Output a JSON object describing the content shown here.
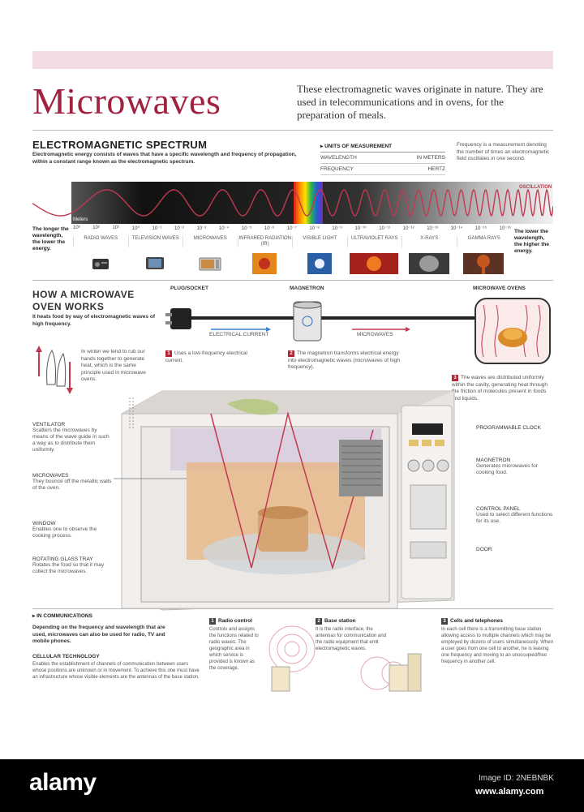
{
  "title": "Microwaves",
  "intro": "These electromagnetic waves originate in nature. They are used in telecommunications and in ovens, for the preparation of meals.",
  "spectrum": {
    "heading": "ELECTROMAGNETIC SPECTRUM",
    "description": "Electromagnetic energy consists of waves that have a specific wavelength and frequency of propagation, within a constant range known as the electromagnetic spectrum.",
    "units_heading": "UNITS OF MEASUREMENT",
    "units": [
      {
        "name": "WAVELENGTH",
        "unit": "IN METERS"
      },
      {
        "name": "FREQUENCY",
        "unit": "HERTZ"
      }
    ],
    "frequency_note": "Frequency is a measurement denoting the number of times an electromagnetic field oscillates in one second.",
    "oscillation_label": "OSCILLATION",
    "meters_label": "Meters",
    "wavelengths": [
      "10³",
      "10²",
      "10¹",
      "10⁰",
      "10⁻¹",
      "10⁻²",
      "10⁻³",
      "10⁻⁴",
      "10⁻⁵",
      "10⁻⁶",
      "10⁻⁷",
      "10⁻⁸",
      "10⁻⁹",
      "10⁻¹⁰",
      "10⁻¹¹",
      "10⁻¹²",
      "10⁻¹³",
      "10⁻¹⁴",
      "10⁻¹⁵",
      "10⁻¹⁶"
    ],
    "left_note": "The longer the wavelength, the lower the energy.",
    "right_note": "The lower the wavelength, the higher the energy.",
    "bands": [
      "RADIO WAVES",
      "TELEVISION WAVES",
      "MICROWAVES",
      "INFRARED RADIATION (IR)",
      "VISIBLE LIGHT",
      "ULTRAVIOLET RAYS",
      "X-RAYS",
      "GAMMA RAYS"
    ]
  },
  "how": {
    "heading_line1": "HOW A MICROWAVE",
    "heading_line2": "OVEN WORKS",
    "subtitle": "It heats food by way of electromagnetic waves of high frequency.",
    "plug_label": "PLUG/SOCKET",
    "magnetron_label": "MAGNETRON",
    "oven_label": "MICROWAVE OVENS",
    "current_label": "ELECTRICAL CURRENT",
    "microwaves_label": "MICROWAVES",
    "step1": "Uses a low-frequency electrical current.",
    "step2": "The magnetron transforms electrical energy into electromagnetic waves (microwaves of high frequency).",
    "step3": "The waves are distributed uniformly within the cavity, generating heat through the friction of molecules present in foods and liquids.",
    "hands_note": "In winter we tend to rub our hands together to generate heat, which is the same principle used in microwave ovens.",
    "step_numbers": [
      "1",
      "2",
      "3"
    ]
  },
  "callouts_left": [
    {
      "title": "VENTILATOR",
      "text": "Scatters the microwaves by means of the wave guide in such a way as to distribute them uniformly."
    },
    {
      "title": "MICROWAVES",
      "text": "They bounce off the metallic walls of the oven."
    },
    {
      "title": "WINDOW",
      "text": "Enables one to observe the cooking process."
    },
    {
      "title": "ROTATING GLASS TRAY",
      "text": "Rotates the food so that it may collect the microwaves."
    }
  ],
  "callouts_right": [
    {
      "title": "PROGRAMMABLE CLOCK",
      "text": ""
    },
    {
      "title": "MAGNETRON",
      "text": "Generates microwaves for cooking food."
    },
    {
      "title": "CONTROL PANEL",
      "text": "Used to select different functions for its use."
    },
    {
      "title": "DOOR",
      "text": ""
    }
  ],
  "communications": {
    "heading": "IN COMMUNICATIONS",
    "text": "Depending on the frequency and wavelength that are used, microwaves can also be used for radio, TV and mobile phones.",
    "cellular_heading": "CELLULAR TECHNOLOGY",
    "cellular_text": "Enables the establishment of channels of communication between users whose positions are unknown or in movement. To achieve this one must have an infrastructure whose visible elements are the antennas of the base station.",
    "columns": [
      {
        "num": "1",
        "title": "Radio control",
        "text": "Controls and assigns the functions related to radio waves. The geographic area in which service is provided is known as the coverage."
      },
      {
        "num": "2",
        "title": "Base station",
        "text": "It is the radio interface, the antennas for communication and the radio equipment that emit electromagnetic waves."
      },
      {
        "num": "3",
        "title": "Cells and telephones",
        "text": "In each cell there is a transmitting base station allowing access to multiple channels which may be employed by dozens of users simultaneously. When a user goes from one cell to another, he is leaving one frequency and moving to an unoccupied/free frequency in another cell."
      }
    ]
  },
  "watermark": {
    "logo": "alamy",
    "image_id": "Image ID: 2NEBNBK",
    "url": "www.alamy.com"
  },
  "colors": {
    "accent": "#a0223f",
    "line": "#c0394f",
    "background": "#ffffff"
  }
}
